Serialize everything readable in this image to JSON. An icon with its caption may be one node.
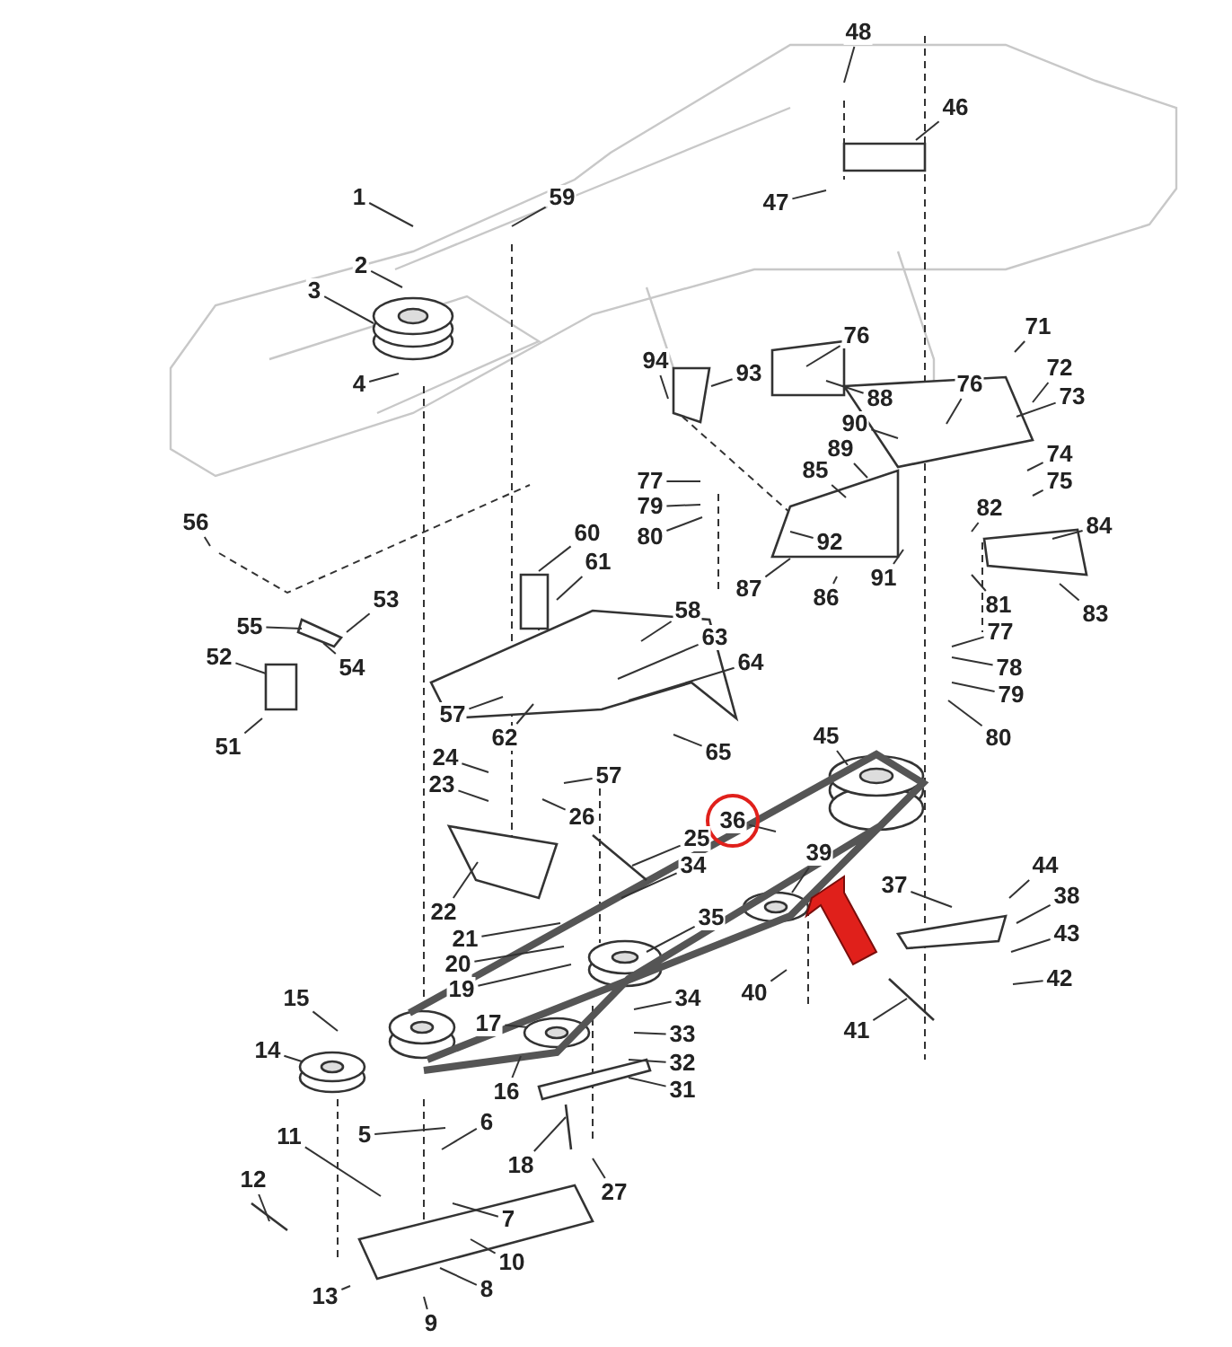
{
  "diagram": {
    "nodes": [
      {
        "text": [
          "48"
        ]
      },
      {
        "text": [
          "46"
        ]
      },
      {
        "text": [
          "47"
        ]
      },
      {
        "text": [
          "1"
        ]
      },
      {
        "text": [
          "59"
        ]
      },
      {
        "text": [
          "2"
        ]
      },
      {
        "text": [
          "3"
        ]
      },
      {
        "text": [
          "4"
        ]
      },
      {
        "text": [
          "94"
        ]
      },
      {
        "text": [
          "93"
        ]
      },
      {
        "text": [
          "76"
        ]
      },
      {
        "text": [
          "88"
        ]
      },
      {
        "text": [
          "90"
        ]
      },
      {
        "text": [
          "89"
        ]
      },
      {
        "text": [
          "85"
        ]
      },
      {
        "text": [
          "77"
        ]
      },
      {
        "text": [
          "79"
        ]
      },
      {
        "text": [
          "80"
        ]
      },
      {
        "text": [
          "92"
        ]
      },
      {
        "text": [
          "91"
        ]
      },
      {
        "text": [
          "87"
        ]
      },
      {
        "text": [
          "86"
        ]
      },
      {
        "text": [
          "71"
        ]
      },
      {
        "text": [
          "72"
        ]
      },
      {
        "text": [
          "76"
        ]
      },
      {
        "text": [
          "73"
        ]
      },
      {
        "text": [
          "74"
        ]
      },
      {
        "text": [
          "75"
        ]
      },
      {
        "text": [
          "82"
        ]
      },
      {
        "text": [
          "84"
        ]
      },
      {
        "text": [
          "81"
        ]
      },
      {
        "text": [
          "83"
        ]
      },
      {
        "text": [
          "77"
        ]
      },
      {
        "text": [
          "78"
        ]
      },
      {
        "text": [
          "79"
        ]
      },
      {
        "text": [
          "80"
        ]
      },
      {
        "text": [
          "56"
        ]
      },
      {
        "text": [
          "60"
        ]
      },
      {
        "text": [
          "61"
        ]
      },
      {
        "text": [
          "55"
        ]
      },
      {
        "text": [
          "53"
        ]
      },
      {
        "text": [
          "54"
        ]
      },
      {
        "text": [
          "52"
        ]
      },
      {
        "text": [
          "51"
        ]
      },
      {
        "text": [
          "58"
        ]
      },
      {
        "text": [
          "63"
        ]
      },
      {
        "text": [
          "64"
        ]
      },
      {
        "text": [
          "57"
        ]
      },
      {
        "text": [
          "62"
        ]
      },
      {
        "text": [
          "65"
        ]
      },
      {
        "text": [
          "24"
        ]
      },
      {
        "text": [
          "23"
        ]
      },
      {
        "text": [
          "57"
        ]
      },
      {
        "text": [
          "26"
        ]
      },
      {
        "text": [
          "45"
        ]
      },
      {
        "text": [
          "36"
        ]
      },
      {
        "text": [
          "25"
        ]
      },
      {
        "text": [
          "34"
        ]
      },
      {
        "text": [
          "39"
        ]
      },
      {
        "text": [
          "37"
        ]
      },
      {
        "text": [
          "44"
        ]
      },
      {
        "text": [
          "38"
        ]
      },
      {
        "text": [
          "43"
        ]
      },
      {
        "text": [
          "42"
        ]
      },
      {
        "text": [
          "22"
        ]
      },
      {
        "text": [
          "21"
        ]
      },
      {
        "text": [
          "20"
        ]
      },
      {
        "text": [
          "19"
        ]
      },
      {
        "text": [
          "35"
        ]
      },
      {
        "text": [
          "34"
        ]
      },
      {
        "text": [
          "33"
        ]
      },
      {
        "text": [
          "32"
        ]
      },
      {
        "text": [
          "31"
        ]
      },
      {
        "text": [
          "40"
        ]
      },
      {
        "text": [
          "41"
        ]
      },
      {
        "text": [
          "15"
        ]
      },
      {
        "text": [
          "14"
        ]
      },
      {
        "text": [
          "17"
        ]
      },
      {
        "text": [
          "16"
        ]
      },
      {
        "text": [
          "6"
        ]
      },
      {
        "text": [
          "5"
        ]
      },
      {
        "text": [
          "11"
        ]
      },
      {
        "text": [
          "18"
        ]
      },
      {
        "text": [
          "27"
        ]
      },
      {
        "text": [
          "12"
        ]
      },
      {
        "text": [
          "7"
        ]
      },
      {
        "text": [
          "10"
        ]
      },
      {
        "text": [
          "8"
        ]
      },
      {
        "text": [
          "13"
        ]
      },
      {
        "text": [
          "9"
        ]
      }
    ],
    "edges": [
      {
        "from": 0,
        "to": null,
        "arrow": "none"
      },
      {
        "from": 1,
        "to": null,
        "arrow": "none"
      },
      {
        "from": 2,
        "to": null,
        "arrow": "none"
      },
      {
        "from": 3,
        "to": null,
        "arrow": "none"
      },
      {
        "from": 4,
        "to": null,
        "arrow": "none"
      },
      {
        "from": 5,
        "to": null,
        "arrow": "none"
      },
      {
        "from": 6,
        "to": null,
        "arrow": "none"
      },
      {
        "from": 7,
        "to": null,
        "arrow": "none"
      },
      {
        "from": 8,
        "to": null,
        "arrow": "none"
      },
      {
        "from": 9,
        "to": null,
        "arrow": "none"
      },
      {
        "from": 10,
        "to": null,
        "arrow": "none"
      },
      {
        "from": 11,
        "to": null,
        "arrow": "none"
      },
      {
        "from": 12,
        "to": null,
        "arrow": "none"
      },
      {
        "from": 13,
        "to": null,
        "arrow": "none"
      },
      {
        "from": 14,
        "to": null,
        "arrow": "none"
      },
      {
        "from": 15,
        "to": null,
        "arrow": "none"
      },
      {
        "from": 16,
        "to": null,
        "arrow": "none"
      },
      {
        "from": 17,
        "to": null,
        "arrow": "none"
      },
      {
        "from": 18,
        "to": null,
        "arrow": "none"
      },
      {
        "from": 19,
        "to": null,
        "arrow": "none"
      },
      {
        "from": 20,
        "to": null,
        "arrow": "none"
      },
      {
        "from": 21,
        "to": null,
        "arrow": "none"
      },
      {
        "from": 22,
        "to": null,
        "arrow": "none"
      },
      {
        "from": 23,
        "to": null,
        "arrow": "none"
      },
      {
        "from": 24,
        "to": null,
        "arrow": "none"
      },
      {
        "from": 25,
        "to": null,
        "arrow": "none"
      },
      {
        "from": 26,
        "to": null,
        "arrow": "none"
      },
      {
        "from": 27,
        "to": null,
        "arrow": "none"
      },
      {
        "from": 28,
        "to": null,
        "arrow": "none"
      },
      {
        "from": 29,
        "to": null,
        "arrow": "none"
      },
      {
        "from": 30,
        "to": null,
        "arrow": "none"
      },
      {
        "from": 31,
        "to": null,
        "arrow": "none"
      },
      {
        "from": 32,
        "to": null,
        "arrow": "none"
      },
      {
        "from": 33,
        "to": null,
        "arrow": "none"
      },
      {
        "from": 34,
        "to": null,
        "arrow": "none"
      },
      {
        "from": 35,
        "to": null,
        "arrow": "none"
      },
      {
        "from": 36,
        "to": null,
        "arrow": "none"
      },
      {
        "from": 37,
        "to": null,
        "arrow": "none"
      },
      {
        "from": 38,
        "to": null,
        "arrow": "none"
      },
      {
        "from": 39,
        "to": null,
        "arrow": "none"
      },
      {
        "from": 40,
        "to": null,
        "arrow": "none"
      },
      {
        "from": 41,
        "to": null,
        "arrow": "none"
      },
      {
        "from": 42,
        "to": null,
        "arrow": "none"
      },
      {
        "from": 43,
        "to": null,
        "arrow": "none"
      },
      {
        "from": 44,
        "to": null,
        "arrow": "none"
      },
      {
        "from": 45,
        "to": null,
        "arrow": "none"
      },
      {
        "from": 46,
        "to": null,
        "arrow": "none"
      },
      {
        "from": 47,
        "to": null,
        "arrow": "none"
      },
      {
        "from": 48,
        "to": null,
        "arrow": "none"
      },
      {
        "from": 49,
        "to": null,
        "arrow": "none"
      },
      {
        "from": 50,
        "to": null,
        "arrow": "none"
      },
      {
        "from": 51,
        "to": null,
        "arrow": "none"
      },
      {
        "from": 52,
        "to": null,
        "arrow": "none"
      },
      {
        "from": 53,
        "to": null,
        "arrow": "none"
      },
      {
        "from": 54,
        "to": null,
        "arrow": "none"
      },
      {
        "from": 55,
        "to": null,
        "arrow": "none"
      },
      {
        "from": 56,
        "to": null,
        "arrow": "none"
      },
      {
        "from": 57,
        "to": null,
        "arrow": "none"
      },
      {
        "from": 58,
        "to": null,
        "arrow": "none"
      },
      {
        "from": 59,
        "to": null,
        "arrow": "none"
      },
      {
        "from": 60,
        "to": null,
        "arrow": "none"
      },
      {
        "from": 61,
        "to": null,
        "arrow": "none"
      },
      {
        "from": 62,
        "to": null,
        "arrow": "none"
      },
      {
        "from": 63,
        "to": null,
        "arrow": "none"
      },
      {
        "from": 64,
        "to": null,
        "arrow": "none"
      },
      {
        "from": 65,
        "to": null,
        "arrow": "none"
      },
      {
        "from": 66,
        "to": null,
        "arrow": "none"
      },
      {
        "from": 67,
        "to": null,
        "arrow": "none"
      },
      {
        "from": 68,
        "to": null,
        "arrow": "none"
      },
      {
        "from": 69,
        "to": null,
        "arrow": "none"
      },
      {
        "from": 70,
        "to": null,
        "arrow": "none"
      },
      {
        "from": 71,
        "to": null,
        "arrow": "none"
      },
      {
        "from": 72,
        "to": null,
        "arrow": "none"
      },
      {
        "from": 73,
        "to": null,
        "arrow": "none"
      },
      {
        "from": 74,
        "to": null,
        "arrow": "none"
      },
      {
        "from": 75,
        "to": null,
        "arrow": "none"
      },
      {
        "from": 76,
        "to": null,
        "arrow": "none"
      },
      {
        "from": 77,
        "to": null,
        "arrow": "none"
      },
      {
        "from": 78,
        "to": null,
        "arrow": "none"
      },
      {
        "from": 79,
        "to": null,
        "arrow": "none"
      },
      {
        "from": 80,
        "to": null,
        "arrow": "none"
      },
      {
        "from": 81,
        "to": null,
        "arrow": "none"
      },
      {
        "from": 82,
        "to": null,
        "arrow": "none"
      },
      {
        "from": 83,
        "to": null,
        "arrow": "none"
      },
      {
        "from": 84,
        "to": null,
        "arrow": "none"
      },
      {
        "from": 85,
        "to": null,
        "arrow": "none"
      },
      {
        "from": 86,
        "to": null,
        "arrow": "none"
      },
      {
        "from": 87,
        "to": null,
        "arrow": "none"
      },
      {
        "from": 88,
        "to": null,
        "arrow": "none"
      },
      {
        "from": 89,
        "to": null,
        "arrow": "none"
      }
    ]
  }
}
